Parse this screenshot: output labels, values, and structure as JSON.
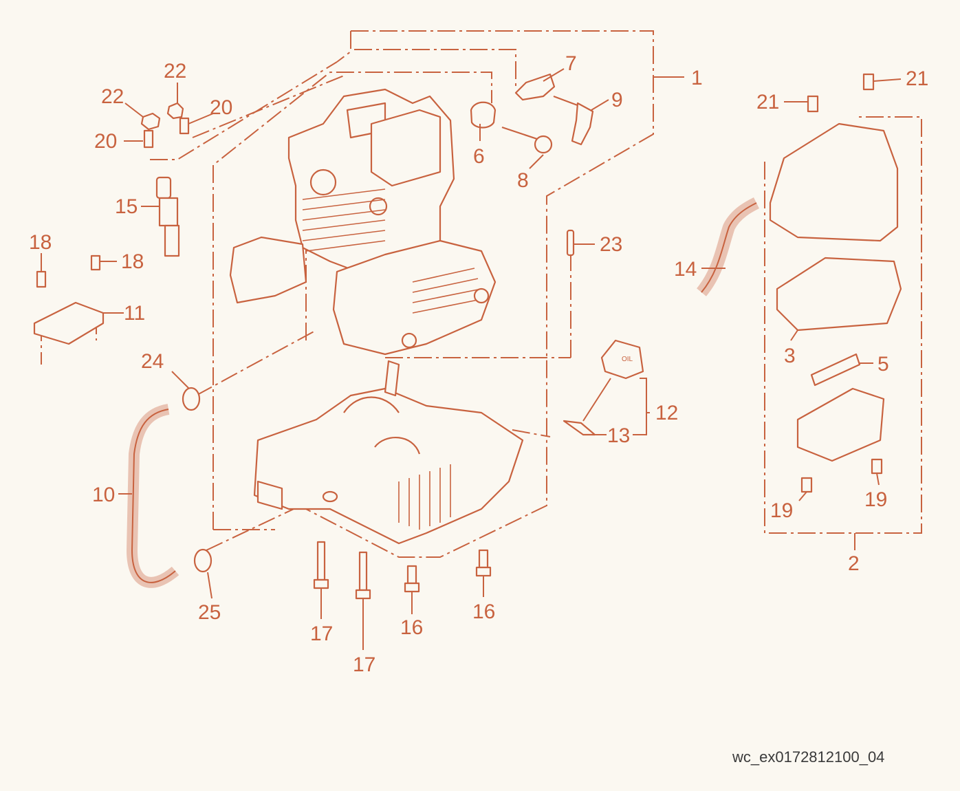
{
  "colors": {
    "ink": "#c8623f",
    "background": "#fbf8f1",
    "code_text": "#3a3a3a"
  },
  "labels": [
    {
      "id": "1",
      "text": "1"
    },
    {
      "id": "2",
      "text": "2"
    },
    {
      "id": "3",
      "text": "3"
    },
    {
      "id": "5",
      "text": "5"
    },
    {
      "id": "6",
      "text": "6"
    },
    {
      "id": "7",
      "text": "7"
    },
    {
      "id": "8",
      "text": "8"
    },
    {
      "id": "9",
      "text": "9"
    },
    {
      "id": "10",
      "text": "10"
    },
    {
      "id": "11",
      "text": "11"
    },
    {
      "id": "12",
      "text": "12"
    },
    {
      "id": "13",
      "text": "13"
    },
    {
      "id": "14",
      "text": "14"
    },
    {
      "id": "15",
      "text": "15"
    },
    {
      "id": "16a",
      "text": "16"
    },
    {
      "id": "16b",
      "text": "16"
    },
    {
      "id": "17a",
      "text": "17"
    },
    {
      "id": "17b",
      "text": "17"
    },
    {
      "id": "18a",
      "text": "18"
    },
    {
      "id": "18b",
      "text": "18"
    },
    {
      "id": "19a",
      "text": "19"
    },
    {
      "id": "19b",
      "text": "19"
    },
    {
      "id": "20a",
      "text": "20"
    },
    {
      "id": "20b",
      "text": "20"
    },
    {
      "id": "21a",
      "text": "21"
    },
    {
      "id": "21b",
      "text": "21"
    },
    {
      "id": "22a",
      "text": "22"
    },
    {
      "id": "22b",
      "text": "22"
    },
    {
      "id": "23",
      "text": "23"
    },
    {
      "id": "24",
      "text": "24"
    },
    {
      "id": "25",
      "text": "25"
    }
  ],
  "dipstick_text": "OIL",
  "drawing_code": "wc_ex0172812100_04"
}
